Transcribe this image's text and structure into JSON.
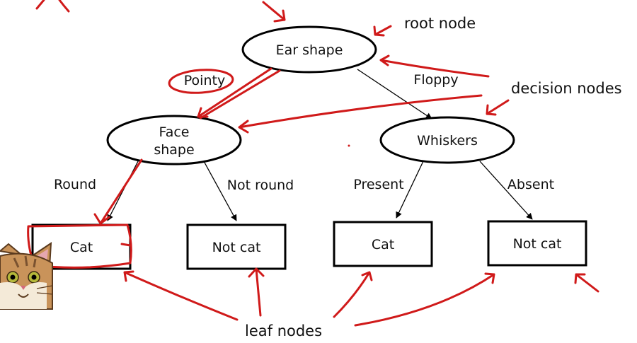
{
  "nodes": {
    "root": "Ear shape",
    "face": [
      "Face",
      "shape"
    ],
    "whiskers": "Whiskers",
    "leaf1": "Cat",
    "leaf2": "Not cat",
    "leaf3": "Cat",
    "leaf4": "Not cat"
  },
  "edges": {
    "pointy": "Pointy",
    "floppy": "Floppy",
    "round": "Round",
    "not_round": "Not round",
    "present": "Present",
    "absent": "Absent"
  },
  "annotations": {
    "root_node": "root node",
    "decision_nodes": "decision nodes",
    "leaf_nodes": "leaf nodes"
  },
  "colors": {
    "annotation_ink": "#d01a1a",
    "node_stroke": "#000000",
    "cat_fur": "#c9935a"
  },
  "icons": [
    "cat-face-icon"
  ]
}
